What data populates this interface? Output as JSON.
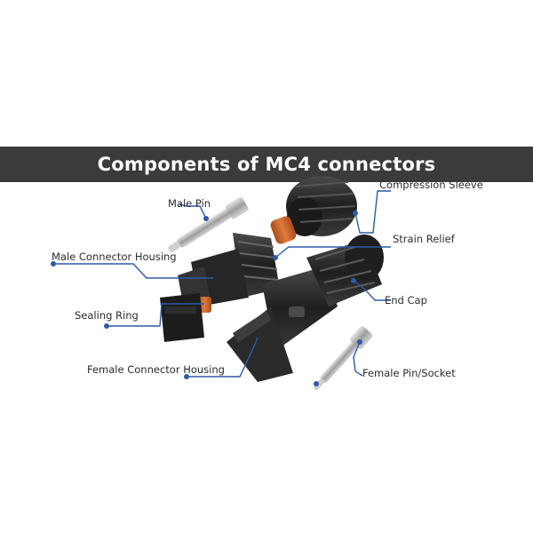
{
  "title": "Components of MC4 connectors",
  "colors": {
    "banner": "#3b3b3b",
    "leader_line": "#2f5aa8",
    "connector_body": "#2a2a2a",
    "sealing_ring": "#c8642a",
    "metal": "#b9b9b9"
  },
  "labels": {
    "compression_sleeve": "Compression Sleeve",
    "male_pin": "Male Pin",
    "strain_relief": "Strain Relief",
    "male_connector_housing": "Male Connector Housing",
    "end_cap": "End Cap",
    "sealing_ring": "Sealing Ring",
    "female_connector_housing": "Female Connector Housing",
    "female_pin_socket": "Female Pin/Socket"
  }
}
